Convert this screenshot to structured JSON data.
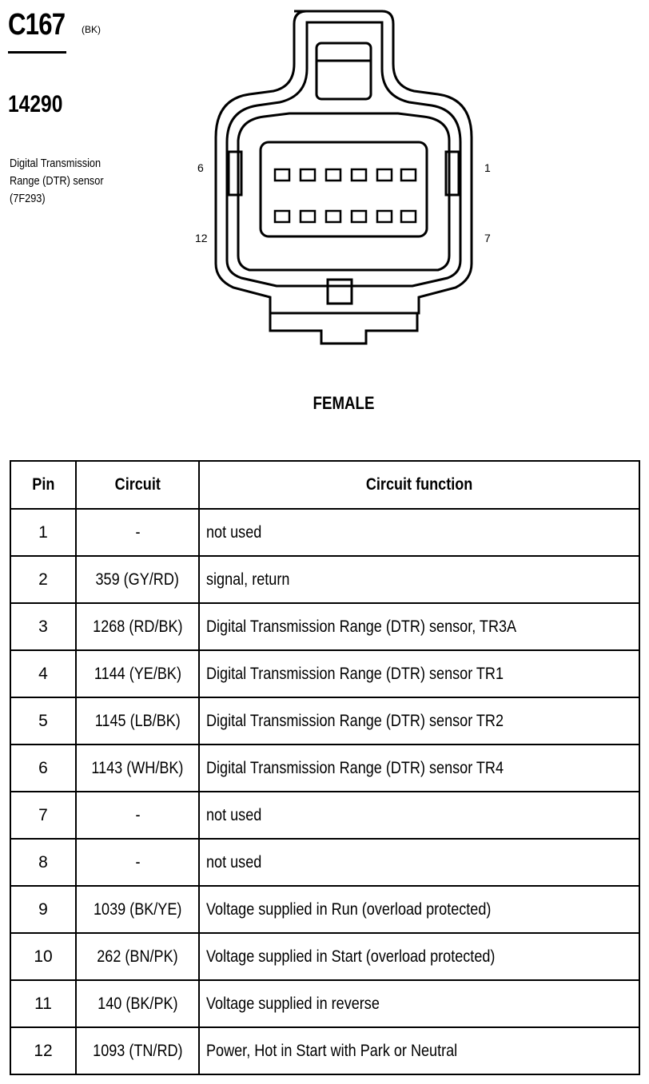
{
  "header": {
    "connector_id": "C167",
    "connector_color": "(BK)",
    "part_number": "14290",
    "description": "Digital Transmission Range (DTR) sensor (7F293)"
  },
  "diagram": {
    "pin_labels": {
      "top_left": "6",
      "bottom_left": "12",
      "top_right": "1",
      "bottom_right": "7"
    },
    "gender_label": "FEMALE"
  },
  "table": {
    "headers": [
      "Pin",
      "Circuit",
      "Circuit function"
    ],
    "rows": [
      {
        "pin": "1",
        "circuit": "-",
        "function": "not used"
      },
      {
        "pin": "2",
        "circuit": "359 (GY/RD)",
        "function": "signal, return"
      },
      {
        "pin": "3",
        "circuit": "1268 (RD/BK)",
        "function": "Digital Transmission Range (DTR) sensor, TR3A"
      },
      {
        "pin": "4",
        "circuit": "1144 (YE/BK)",
        "function": "Digital Transmission Range (DTR) sensor TR1"
      },
      {
        "pin": "5",
        "circuit": "1145 (LB/BK)",
        "function": "Digital Transmission Range (DTR) sensor TR2"
      },
      {
        "pin": "6",
        "circuit": "1143 (WH/BK)",
        "function": "Digital Transmission Range (DTR) sensor TR4"
      },
      {
        "pin": "7",
        "circuit": "-",
        "function": "not used"
      },
      {
        "pin": "8",
        "circuit": "-",
        "function": "not used"
      },
      {
        "pin": "9",
        "circuit": "1039 (BK/YE)",
        "function": "Voltage supplied in Run (overload protected)"
      },
      {
        "pin": "10",
        "circuit": "262 (BN/PK)",
        "function": "Voltage supplied in Start (overload protected)"
      },
      {
        "pin": "11",
        "circuit": "140 (BK/PK)",
        "function": "Voltage supplied in reverse"
      },
      {
        "pin": "12",
        "circuit": "1093 (TN/RD)",
        "function": "Power, Hot in Start with Park or Neutral"
      }
    ]
  }
}
